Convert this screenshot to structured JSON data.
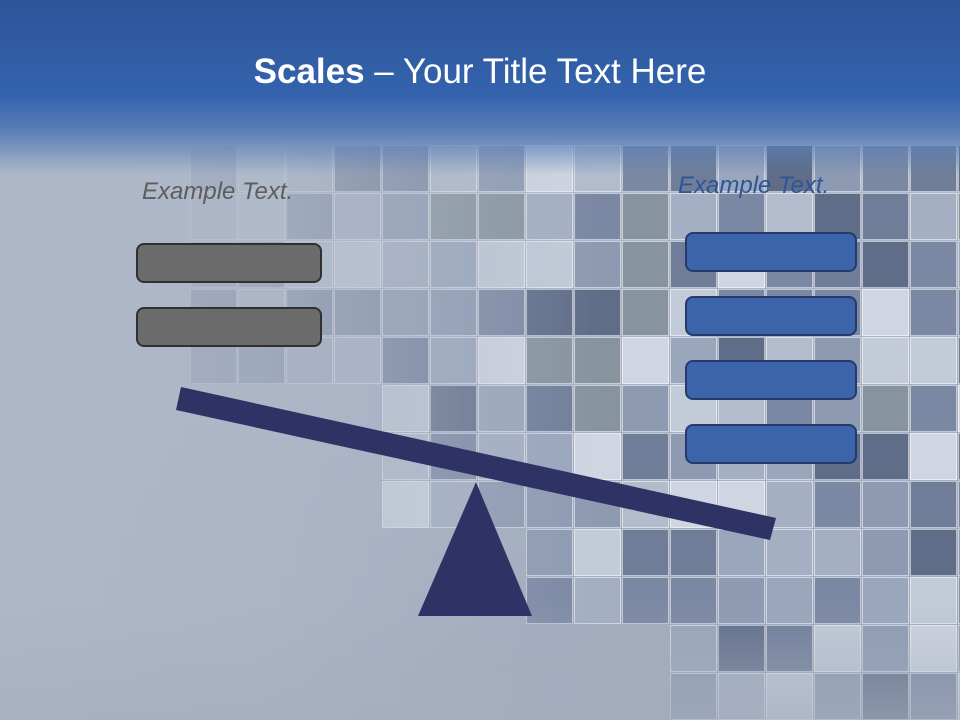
{
  "slide": {
    "title_bold": "Scales",
    "title_rest": " – Your Title Text Here",
    "left_label": "Example Text.",
    "right_label": "Example Text."
  },
  "colors": {
    "header": "#3463ad",
    "gray_box": "#6b6b6b",
    "blue_box": "#3b64ab",
    "scale": "#2e3264",
    "left_text": "#5d5d5d",
    "right_text": "#2f5597"
  }
}
